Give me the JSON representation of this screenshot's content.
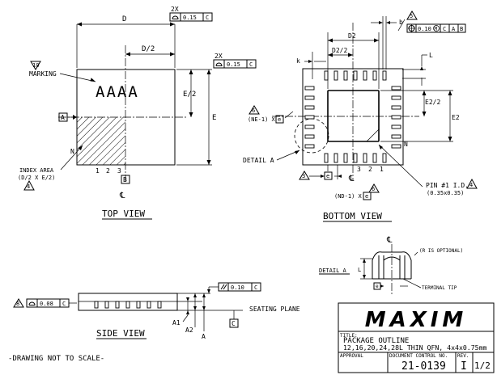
{
  "top_view": {
    "caption": "TOP VIEW",
    "dim_d": "D",
    "dim_d2": "D/2",
    "dim_e": "E",
    "dim_e2": "E/2",
    "parallel_count_1": "2X",
    "parallel_tol_1": "0.15",
    "parallel_datum_1": "C",
    "parallel_count_2": "2X",
    "parallel_tol_2": "0.15",
    "parallel_datum_2": "C",
    "marking_note_num": "10",
    "marking_label": "MARKING",
    "marking_text": "AAAA",
    "datum_a": "A",
    "datum_b": "B",
    "pin_n": "N",
    "pin_1": "1",
    "pin_2": "2",
    "pin_3": "3",
    "index_area_line1": "INDEX AREA",
    "index_area_line2": "(D/2 X E/2)",
    "index_note_num": "4",
    "centerline": "℄"
  },
  "bottom_view": {
    "caption": "BOTTOM VIEW",
    "dim_d2": "D2",
    "dim_d2_half": "D2/2",
    "dim_e2": "E2",
    "dim_e2_half": "E2/2",
    "dim_b": "b",
    "dim_k": "k",
    "dim_l": "L",
    "note5_num": "5",
    "pos_tol": "0.10",
    "pos_mod": "M",
    "pos_datum_c": "C",
    "pos_datum_a": "A",
    "pos_datum_b": "B",
    "note6_num": "6",
    "ne_label": "(NE-1) X",
    "ne_e": "e",
    "detail_label": "DETAIL A",
    "pin_n": "N",
    "pin_3": "3",
    "pin_2": "2",
    "pin_1": "1",
    "note3_num": "3",
    "pitch_e": "e",
    "nd_label": "(ND-1) X",
    "nd_e": "e",
    "pin1_id_line1": "PIN #1 I.D.",
    "pin1_id_line2": "(0.35x0.35)",
    "pin1_note_num": "4",
    "centerline": "℄"
  },
  "detail_a": {
    "label": "DETAIL A",
    "centerline": "℄",
    "r_optional": "(R IS OPTIONAL)",
    "dim_l": "L",
    "dim_e": "e",
    "terminal_tip": "TERMINAL TIP"
  },
  "side_view": {
    "caption": "SIDE VIEW",
    "note8_num": "8",
    "flatness_tol": "0.08",
    "flatness_datum": "C",
    "parallel_tol": "0.10",
    "parallel_datum": "C",
    "seating_plane": "SEATING PLANE",
    "datum_c": "C",
    "dim_a1": "A1",
    "dim_a2": "A2",
    "dim_a": "A"
  },
  "title_block": {
    "logo": "MAXIM",
    "title_label": "TITLE:",
    "title_line1": "PACKAGE OUTLINE",
    "title_line2": "12,16,20,24,28L THIN QFN, 4x4x0.75mm",
    "approval_label": "APPROVAL",
    "doc_label": "DOCUMENT CONTROL NO.",
    "doc_no": "21-0139",
    "rev_label": "REV.",
    "rev": "I",
    "sheet": "1/2"
  },
  "footer_note": "-DRAWING NOT TO SCALE-"
}
